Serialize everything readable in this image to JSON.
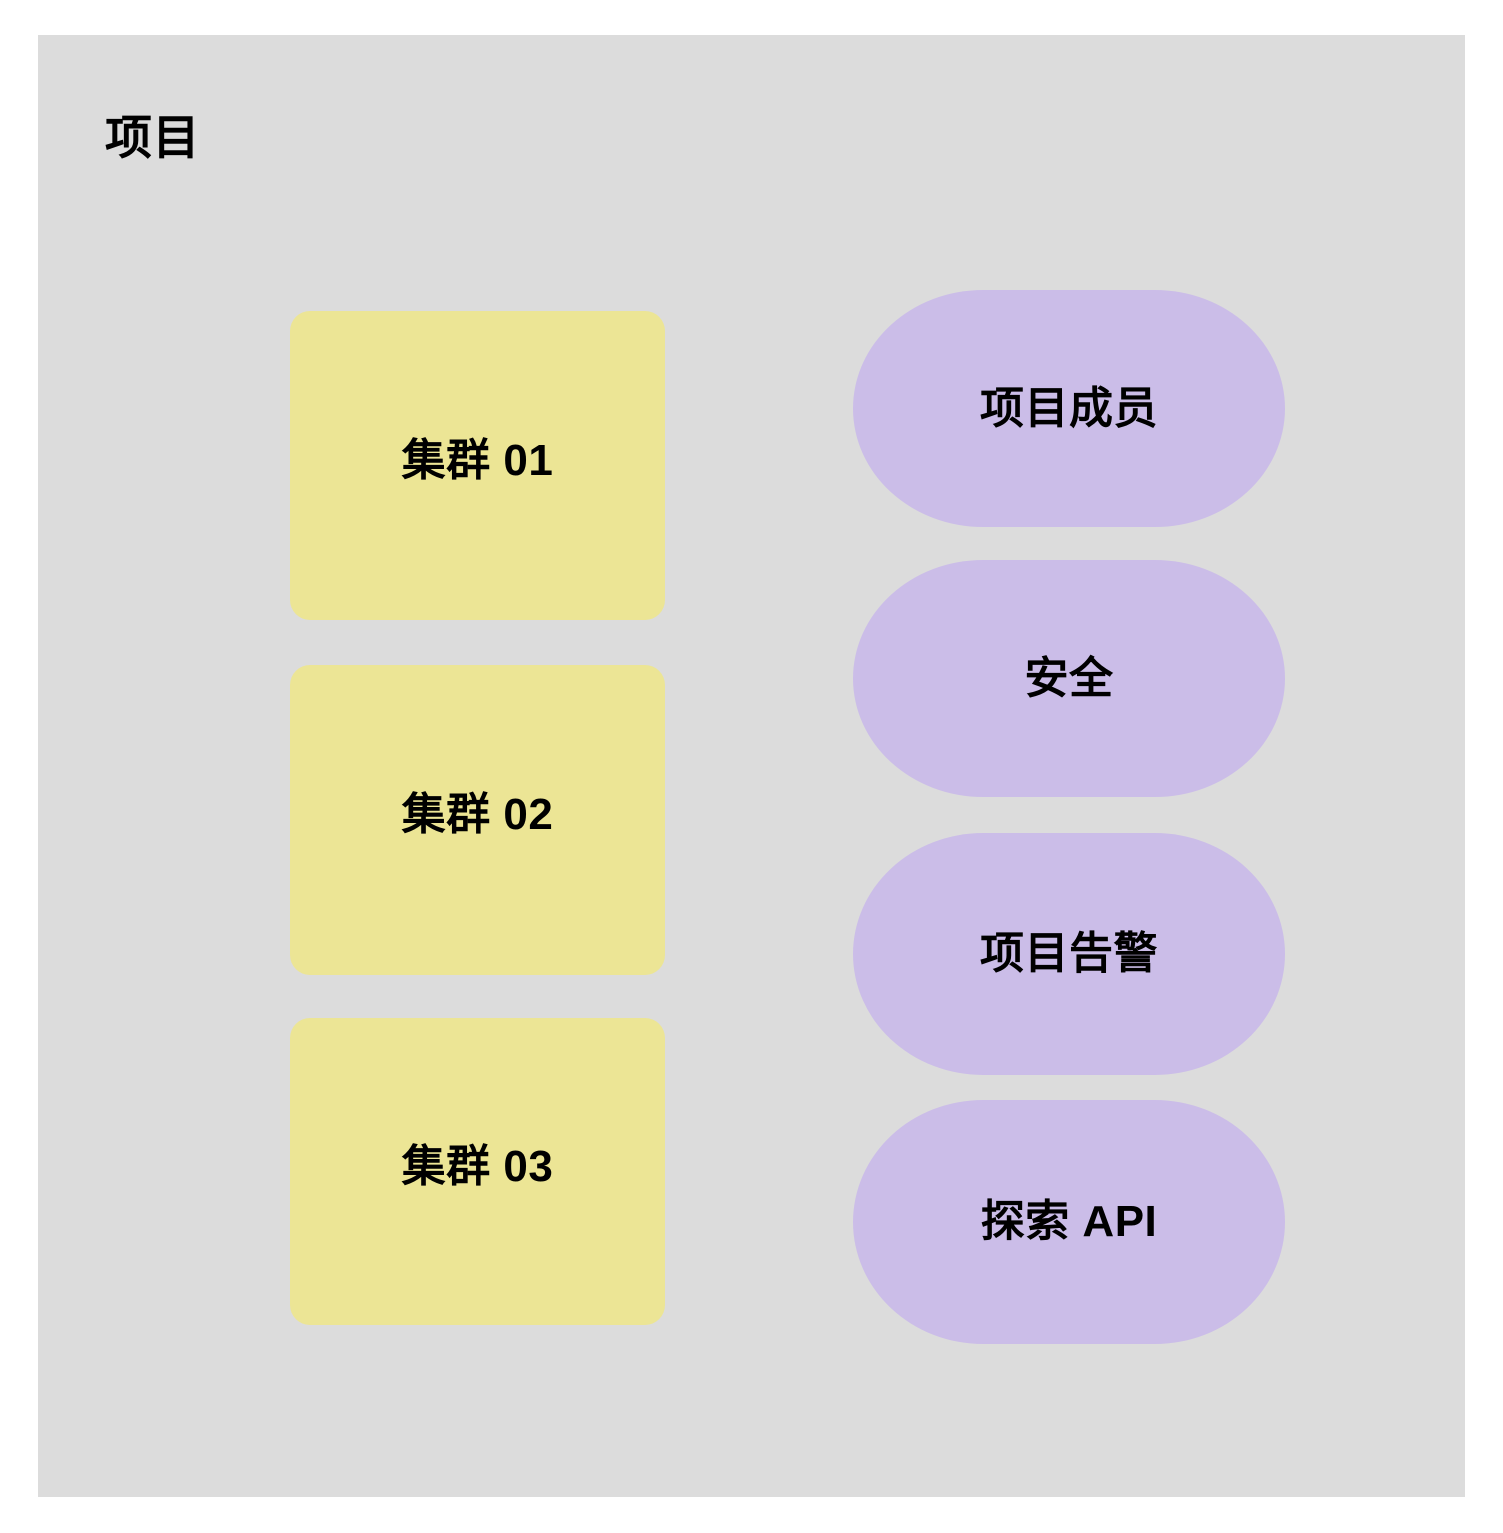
{
  "page": {
    "title": "项目",
    "background_color": "#ffffff"
  },
  "container": {
    "name": "项目",
    "background_color": "#dcdcdc"
  },
  "clusters": {
    "fill_color": "#ece595",
    "items": [
      {
        "label": "集群 01"
      },
      {
        "label": "集群 02"
      },
      {
        "label": "集群 03"
      }
    ]
  },
  "services": {
    "fill_color": "#cbbde8",
    "items": [
      {
        "label": "项目成员"
      },
      {
        "label": "安全"
      },
      {
        "label": "项目告警"
      },
      {
        "label": "探索 API"
      }
    ]
  }
}
